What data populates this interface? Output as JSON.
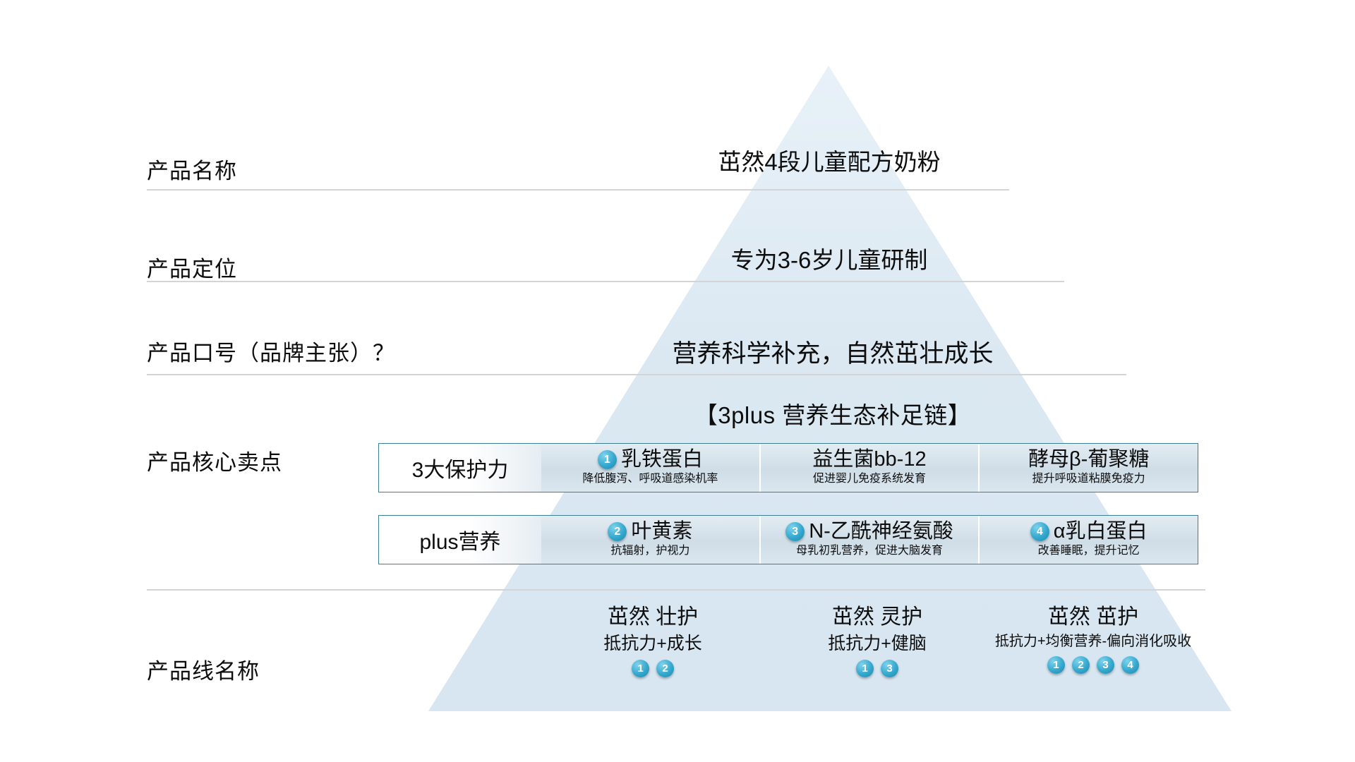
{
  "rows": {
    "product_name_label": "产品名称",
    "product_position_label": "产品定位",
    "product_slogan_label": "产品口号（品牌主张）？",
    "core_selling_label": "产品核心卖点",
    "product_line_label": "产品线名称"
  },
  "values": {
    "product_name": "茁然4段儿童配方奶粉",
    "product_position": "专为3-6岁儿童研制",
    "product_slogan": "营养科学补充，自然茁壮成长",
    "chain_title": "【3plus 营养生态补足链】"
  },
  "feature_boxes": [
    {
      "head": "3大保护力",
      "cells": [
        {
          "badge": "1",
          "title": "乳铁蛋白",
          "desc": "降低腹泻、呼吸道感染机率"
        },
        {
          "badge": "",
          "title": "益生菌bb-12",
          "desc": "促进婴儿免疫系统发育"
        },
        {
          "badge": "",
          "title": "酵母β-葡聚糖",
          "desc": "提升呼吸道粘膜免疫力"
        }
      ]
    },
    {
      "head": "plus营养",
      "cells": [
        {
          "badge": "2",
          "title": "叶黄素",
          "desc": "抗辐射，护视力"
        },
        {
          "badge": "3",
          "title": "N-乙酰神经氨酸",
          "desc": "母乳初乳营养，促进大脑发育"
        },
        {
          "badge": "4",
          "title": "α乳白蛋白",
          "desc": "改善睡眠，提升记忆"
        }
      ]
    }
  ],
  "product_lines": [
    {
      "name": "茁然 壮护",
      "claim": "抵抗力+成长",
      "badges": [
        "1",
        "2"
      ]
    },
    {
      "name": "茁然 灵护",
      "claim": "抵抗力+健脑",
      "badges": [
        "1",
        "3"
      ]
    },
    {
      "name": "茁然 茁护",
      "claim": "抵抗力+均衡营养-偏向消化吸收",
      "badges": [
        "1",
        "2",
        "3",
        "4"
      ]
    }
  ],
  "colors": {
    "pyramid_fill": "#dce8f2",
    "box_border": "#3d7f96",
    "badge_blue": "#35a8ce",
    "divider": "#d4d4d4",
    "text": "#0d0d0d"
  }
}
